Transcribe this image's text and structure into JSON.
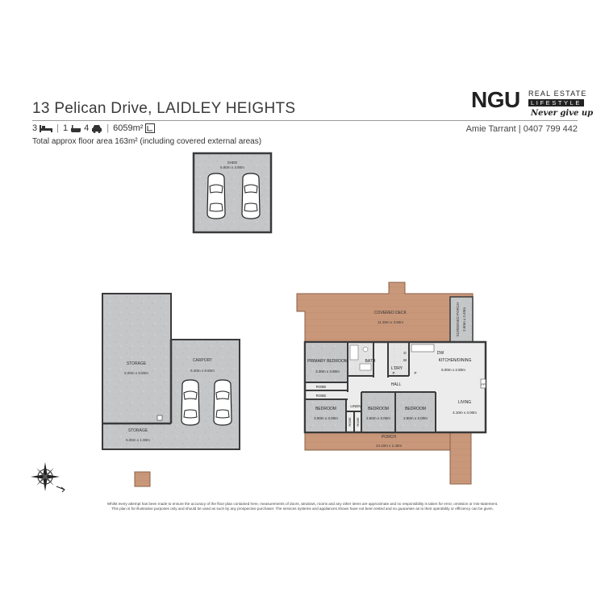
{
  "title": "13 Pelican Drive, LAIDLEY HEIGHTS",
  "stats": {
    "beds": "3",
    "baths": "1",
    "cars": "4",
    "land": "6059m²"
  },
  "floor_area": "Total approx floor area 163m² (including covered external areas)",
  "agent": "Amie Tarrant | 0407 799 442",
  "logo": {
    "mark": "NGU",
    "line1": "REAL ESTATE",
    "line2": "LIFESTYLE",
    "tagline": "Never give up"
  },
  "icons": [
    "bed-icon",
    "bath-icon",
    "car-icon",
    "land-icon",
    "compass-icon",
    "car-top-view-icon"
  ],
  "colors": {
    "concrete": "#c4c6c8",
    "timber": "#c9987a",
    "floor": "#dedede",
    "wall": "#3a3a3a"
  },
  "rooms": {
    "shed": {
      "name": "SHED",
      "size": "5.80m x 3.80m"
    },
    "storage_large": {
      "name": "STORAGE",
      "size": "5.00m x 9.80m"
    },
    "carport": {
      "name": "CARPORT",
      "size": "5.40m x 8.60m"
    },
    "storage_small": {
      "name": "STORAGE",
      "size": "5.00m x 1.90m"
    },
    "covered_deck": {
      "name": "COVERED DECK",
      "size": "11.30m x 3.50m"
    },
    "screened_porch": {
      "name": "SCREENED PORCH",
      "size": "2.60m x 3.40m"
    },
    "primary_bedroom": {
      "name": "PRIMARY BEDROOM",
      "size": "3.30m x 3.80m"
    },
    "bath": {
      "name": "BATH"
    },
    "laundry": {
      "name": "L'DRY"
    },
    "kitchen_dining": {
      "name": "KITCHEN/DINING",
      "size": "6.00m x 2.80m"
    },
    "hall": {
      "name": "HALL"
    },
    "robe_1": {
      "name": "ROBE"
    },
    "robe_2": {
      "name": "ROBE"
    },
    "linen": {
      "name": "LINEN"
    },
    "robe_3": {
      "name": "ROBE"
    },
    "robe_4": {
      "name": "ROBE"
    },
    "bedroom_1": {
      "name": "BEDROOM",
      "size": "3.00m x 3.00m"
    },
    "bedroom_2": {
      "name": "BEDROOM",
      "size": "2.50m x 3.00m"
    },
    "bedroom_3": {
      "name": "BEDROOM",
      "size": "2.80m x 3.00m"
    },
    "living": {
      "name": "LIVING",
      "size": "4.10m x 4.00m"
    },
    "porch": {
      "name": "PORCH",
      "size": "14.10m x 1.40m"
    },
    "fp": {
      "name": "FP"
    },
    "dw": {
      "name": "DW"
    },
    "d": {
      "name": "D"
    },
    "w": {
      "name": "W"
    },
    "p1": {
      "name": "P"
    },
    "p2": {
      "name": "P"
    }
  },
  "disclaimer": {
    "line1": "Whilst every attempt has been made to ensure the accuracy of the floor plan contained here, measurements of doors, windows, rooms and any other items are approximate and no responsibility is taken for error, omission or mis-statement.",
    "line2": "This plan is for illustrative purposes only and should be used as such by any prospective purchaser. The services systems and appliances shown have not been tested and no guarantee as to their operability or efficiency can be given."
  }
}
